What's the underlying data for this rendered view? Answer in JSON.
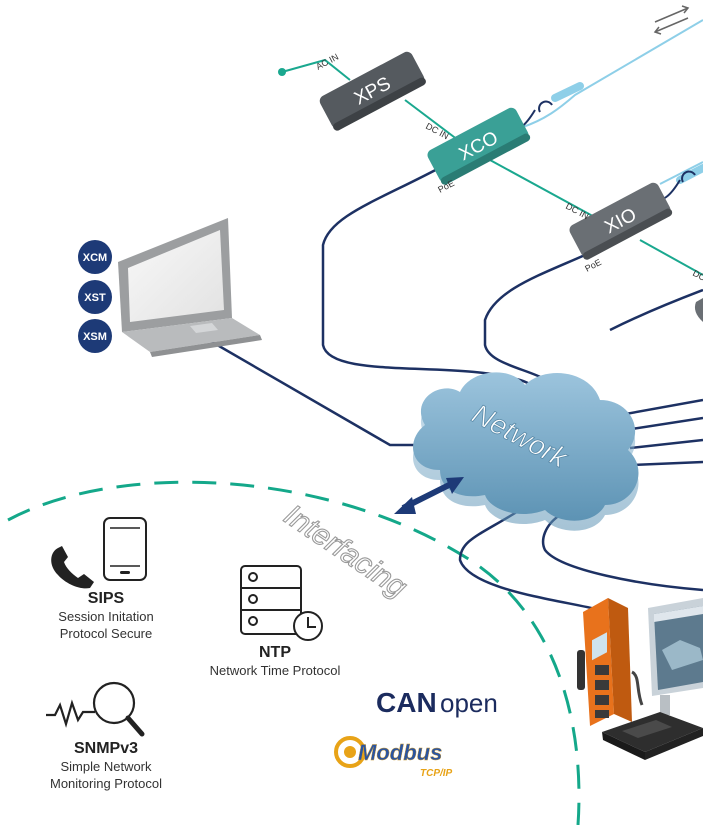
{
  "devices": {
    "xps": "XPS",
    "xco": "XCO",
    "xio": "XIO"
  },
  "ports": {
    "ac_in": "AC IN",
    "dc_in_xco": "DC IN",
    "dc_in_xio": "DC IN",
    "dc_partial": "DC",
    "poe_xco": "PoE",
    "poe_xio": "PoE"
  },
  "software": [
    {
      "label": "XCM"
    },
    {
      "label": "XST"
    },
    {
      "label": "XSM"
    }
  ],
  "network_label": "Network",
  "interfacing_label": "Interfacing",
  "protocols": {
    "sips": {
      "title": "SIPS",
      "line1": "Session Initation",
      "line2": "Protocol Secure"
    },
    "ntp": {
      "title": "NTP",
      "line1": "Network Time Protocol"
    },
    "snmp": {
      "title": "SNMPv3",
      "line1": "Simple Network",
      "line2": "Monitoring Protocol"
    }
  },
  "logos": {
    "canopen_bold": "CAN",
    "canopen_light": "open",
    "modbus": "Modbus",
    "modbus_sub": "TCP/IP"
  },
  "colors": {
    "navy": "#1d3163",
    "teal": "#1aa88f",
    "dash_green": "#14a88a",
    "cloud": "#6fa2c0",
    "light_blue": "#8ecfe8",
    "device_gray": "#555a5f",
    "device_teal": "#3aa096",
    "badge_blue": "#1d3a77",
    "station_orange": "#e8721c"
  }
}
